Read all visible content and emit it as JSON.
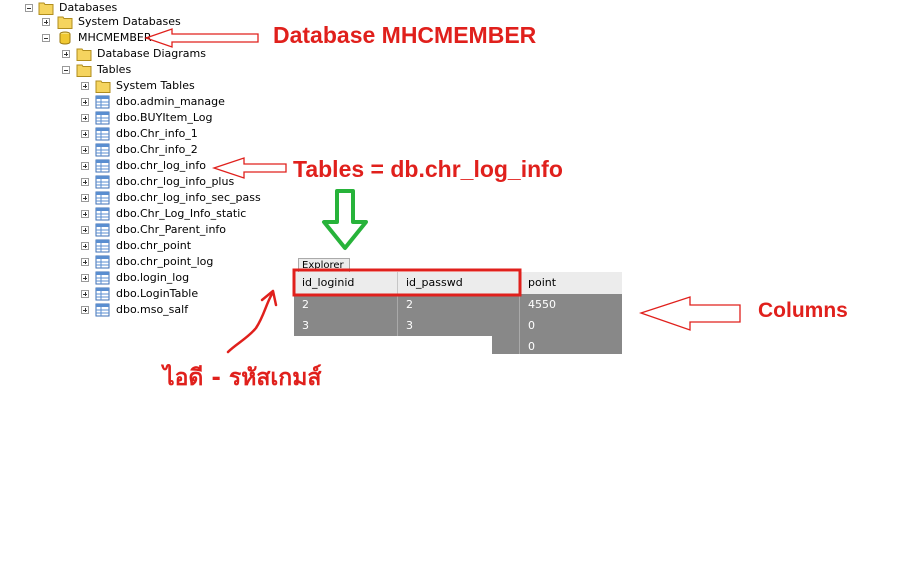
{
  "tree": {
    "root": "Databases",
    "system_databases": "System Databases",
    "database": "MHCMEMBER",
    "database_diagrams": "Database Diagrams",
    "tables_folder": "Tables",
    "system_tables": "System Tables",
    "tables": [
      "dbo.admin_manage",
      "dbo.BUYItem_Log",
      "dbo.Chr_info_1",
      "dbo.Chr_info_2",
      "dbo.chr_log_info",
      "dbo.chr_log_info_plus",
      "dbo.chr_log_info_sec_pass",
      "dbo.Chr_Log_Info_static",
      "dbo.Chr_Parent_info",
      "dbo.chr_point",
      "dbo.chr_point_log",
      "dbo.login_log",
      "dbo.LoginTable",
      "dbo.mso_salf"
    ]
  },
  "grid": {
    "tab_label": "Explorer",
    "columns": [
      "id_loginid",
      "id_passwd",
      "point"
    ],
    "rows": [
      [
        "2",
        "2",
        "4550"
      ],
      [
        "3",
        "3",
        "0"
      ],
      [
        "",
        "",
        "0"
      ]
    ]
  },
  "annotations": {
    "database": "Database MHCMEMBER",
    "tables": "Tables = db.chr_log_info",
    "columns": "Columns",
    "thai": "ไอดี   - รหัสเกมส์"
  },
  "colors": {
    "annotation_red": "#e0201c",
    "arrow_green": "#27b33a",
    "row_gray": "#888888",
    "folder_yellow": "#f5d45f",
    "table_blue": "#5a8ed0"
  }
}
